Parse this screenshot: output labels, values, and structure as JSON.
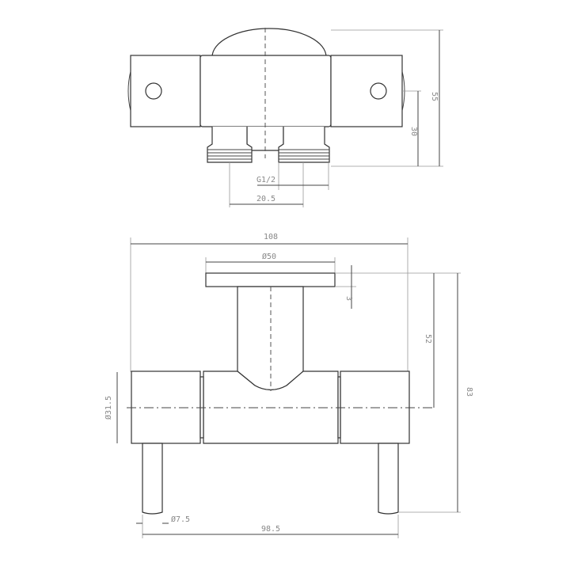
{
  "top_view": {
    "dim_height_total": "55",
    "dim_height_outlet": "30",
    "dim_thread": "G1/2",
    "dim_offset": "20.5"
  },
  "front_view": {
    "dim_overall_width": "108",
    "dim_handle_diameter": "Ø50",
    "dim_handle_thickness": "3",
    "dim_handle_to_axis": "52",
    "dim_total_height": "83",
    "dim_body_diameter": "Ø31.5",
    "dim_leg_diameter": "Ø7.5",
    "dim_leg_spacing": "98.5"
  }
}
